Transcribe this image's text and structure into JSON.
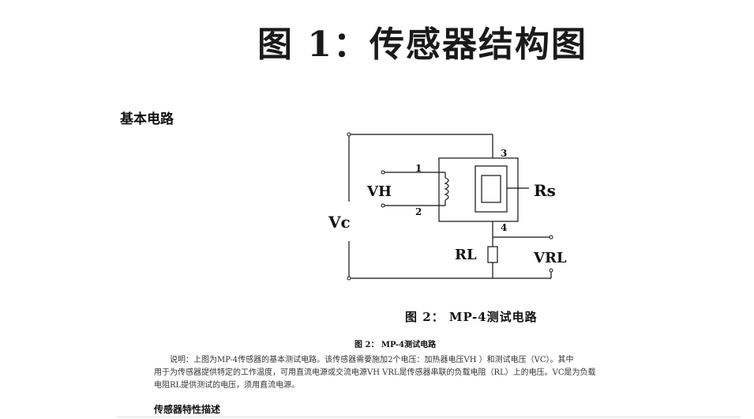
{
  "header": {
    "title": "图 1：传感器结构图"
  },
  "sections": {
    "basic_circuit": "基本电路",
    "characteristics": "传感器特性描述"
  },
  "circuit": {
    "labels": {
      "vc": "Vc",
      "vh": "VH",
      "rs": "Rs",
      "rl": "RL",
      "vrl": "VRL",
      "pin1": "1",
      "pin2": "2",
      "pin3": "3",
      "pin4": "4"
    }
  },
  "captions": {
    "figure2": "图 2： MP-4测试电路",
    "figure2_small": "图 2： MP-4测试电路"
  },
  "description": {
    "line1": "说明：上图为MP-4传感器的基本测试电路。该传感器需要施加2个电压：加热器电压VH ）和测试电压（VC）。其中",
    "line2": "用于为传感器提供特定的工作温度，可用直流电源或交流电源VH VRL是传感器串联的负载电阻（RL）上的电压。VC是为负载",
    "line3": "电阻RL提供测试的电压，须用直流电源。"
  }
}
